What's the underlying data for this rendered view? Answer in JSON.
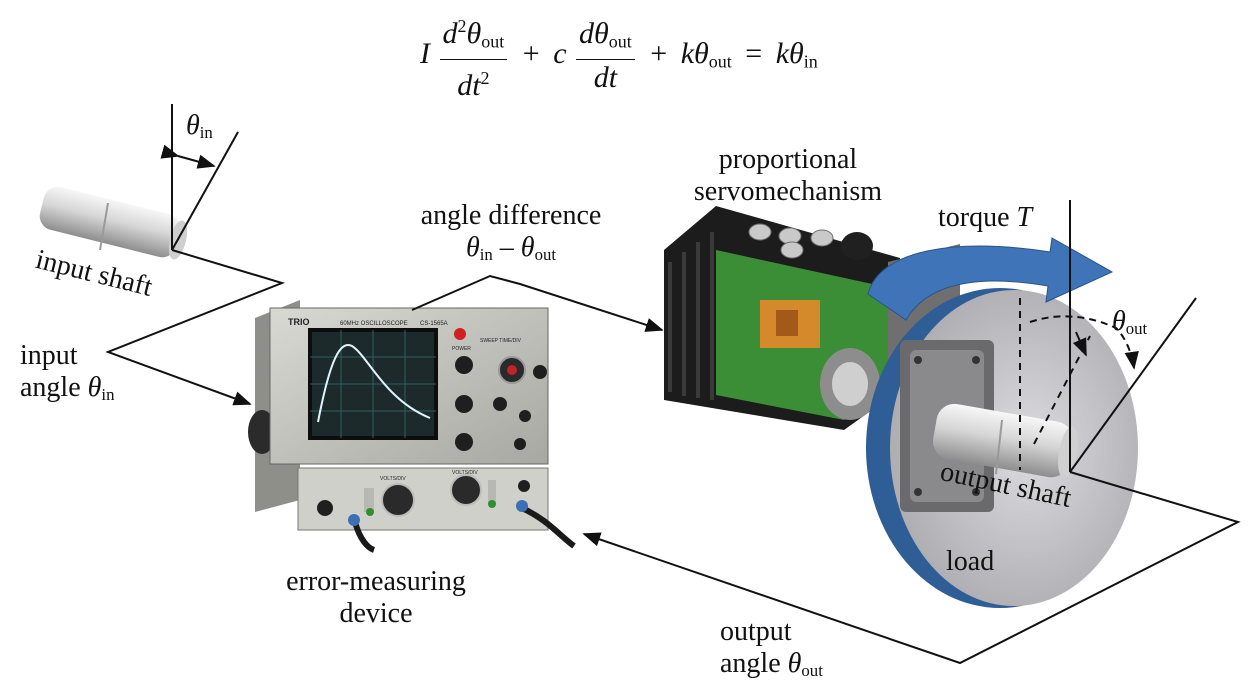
{
  "equation": {
    "I": "I",
    "frac1_num": "d",
    "frac1_num_sup": "2",
    "frac1_num_theta": "θ",
    "frac1_num_sub": "out",
    "frac1_den": "dt",
    "frac1_den_sup": "2",
    "plus1": "+",
    "c": "c",
    "frac2_num": "dθ",
    "frac2_num_sub": "out",
    "frac2_den": "dt",
    "plus2": "+",
    "k_theta": "kθ",
    "k_theta_sub": "out",
    "equals": "=",
    "k_theta_in": "kθ",
    "k_theta_in_sub": "in"
  },
  "labels": {
    "theta_in_top": {
      "sym": "θ",
      "sub": "in"
    },
    "input_shaft": "input shaft",
    "input_angle_line1": "input",
    "input_angle_line2": "angle ",
    "input_angle_sym": "θ",
    "input_angle_sub": "in",
    "angle_difference_line1": "angle difference",
    "angle_difference_sym1": "θ",
    "angle_difference_sub1": "in",
    "angle_difference_minus": " – ",
    "angle_difference_sym2": "θ",
    "angle_difference_sub2": "out",
    "servo_line1": "proportional",
    "servo_line2": "servomechanism",
    "torque": "torque ",
    "torque_sym": "T",
    "theta_out_right": {
      "sym": "θ",
      "sub": "out"
    },
    "output_shaft": "output shaft",
    "load": "load",
    "error_line1": "error-measuring",
    "error_line2": "device",
    "output_angle_line1": "output",
    "output_angle_line2": "angle ",
    "output_angle_sym": "θ",
    "output_angle_sub": "out"
  },
  "oscilloscope": {
    "brand": "TRIO",
    "model_text": "60MHz OSCILLOSCOPE",
    "model_number": "CS-1565A",
    "volts_div_1": "VOLTS/DIV",
    "volts_div_2": "VOLTS/DIV",
    "sweep": "SWEEP TIME/DIV",
    "power": "POWER"
  },
  "colors": {
    "torque_arrow": "#3f74b8",
    "load_disk": "#c9c9cd",
    "load_rim": "#2f5d96",
    "scope_screen": "#1c2a2c",
    "scope_trace": "#dff4ff",
    "servo_green": "#3f9a3a"
  }
}
